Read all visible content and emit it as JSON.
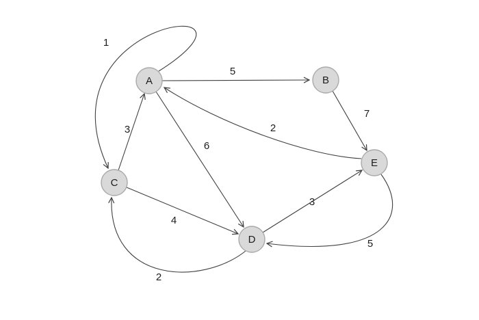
{
  "diagram": {
    "type": "directed-weighted-graph",
    "nodes": [
      {
        "id": "A",
        "label": "A"
      },
      {
        "id": "B",
        "label": "B"
      },
      {
        "id": "C",
        "label": "C"
      },
      {
        "id": "D",
        "label": "D"
      },
      {
        "id": "E",
        "label": "E"
      }
    ],
    "edges": [
      {
        "from": "A",
        "to": "B",
        "weight": "5"
      },
      {
        "from": "B",
        "to": "E",
        "weight": "7"
      },
      {
        "from": "A",
        "to": "C",
        "weight": "1"
      },
      {
        "from": "C",
        "to": "A",
        "weight": "3"
      },
      {
        "from": "E",
        "to": "A",
        "weight": "2"
      },
      {
        "from": "A",
        "to": "D",
        "weight": "6"
      },
      {
        "from": "C",
        "to": "D",
        "weight": "4"
      },
      {
        "from": "D",
        "to": "E",
        "weight": "3"
      },
      {
        "from": "E",
        "to": "D",
        "weight": "5"
      },
      {
        "from": "D",
        "to": "C",
        "weight": "2"
      }
    ],
    "colors": {
      "node_fill": "#d9d9d9",
      "node_stroke": "#a9a9a9",
      "edge_stroke": "#3f3f3f",
      "label_color": "#1c1c1c",
      "background": "#ffffff"
    }
  }
}
